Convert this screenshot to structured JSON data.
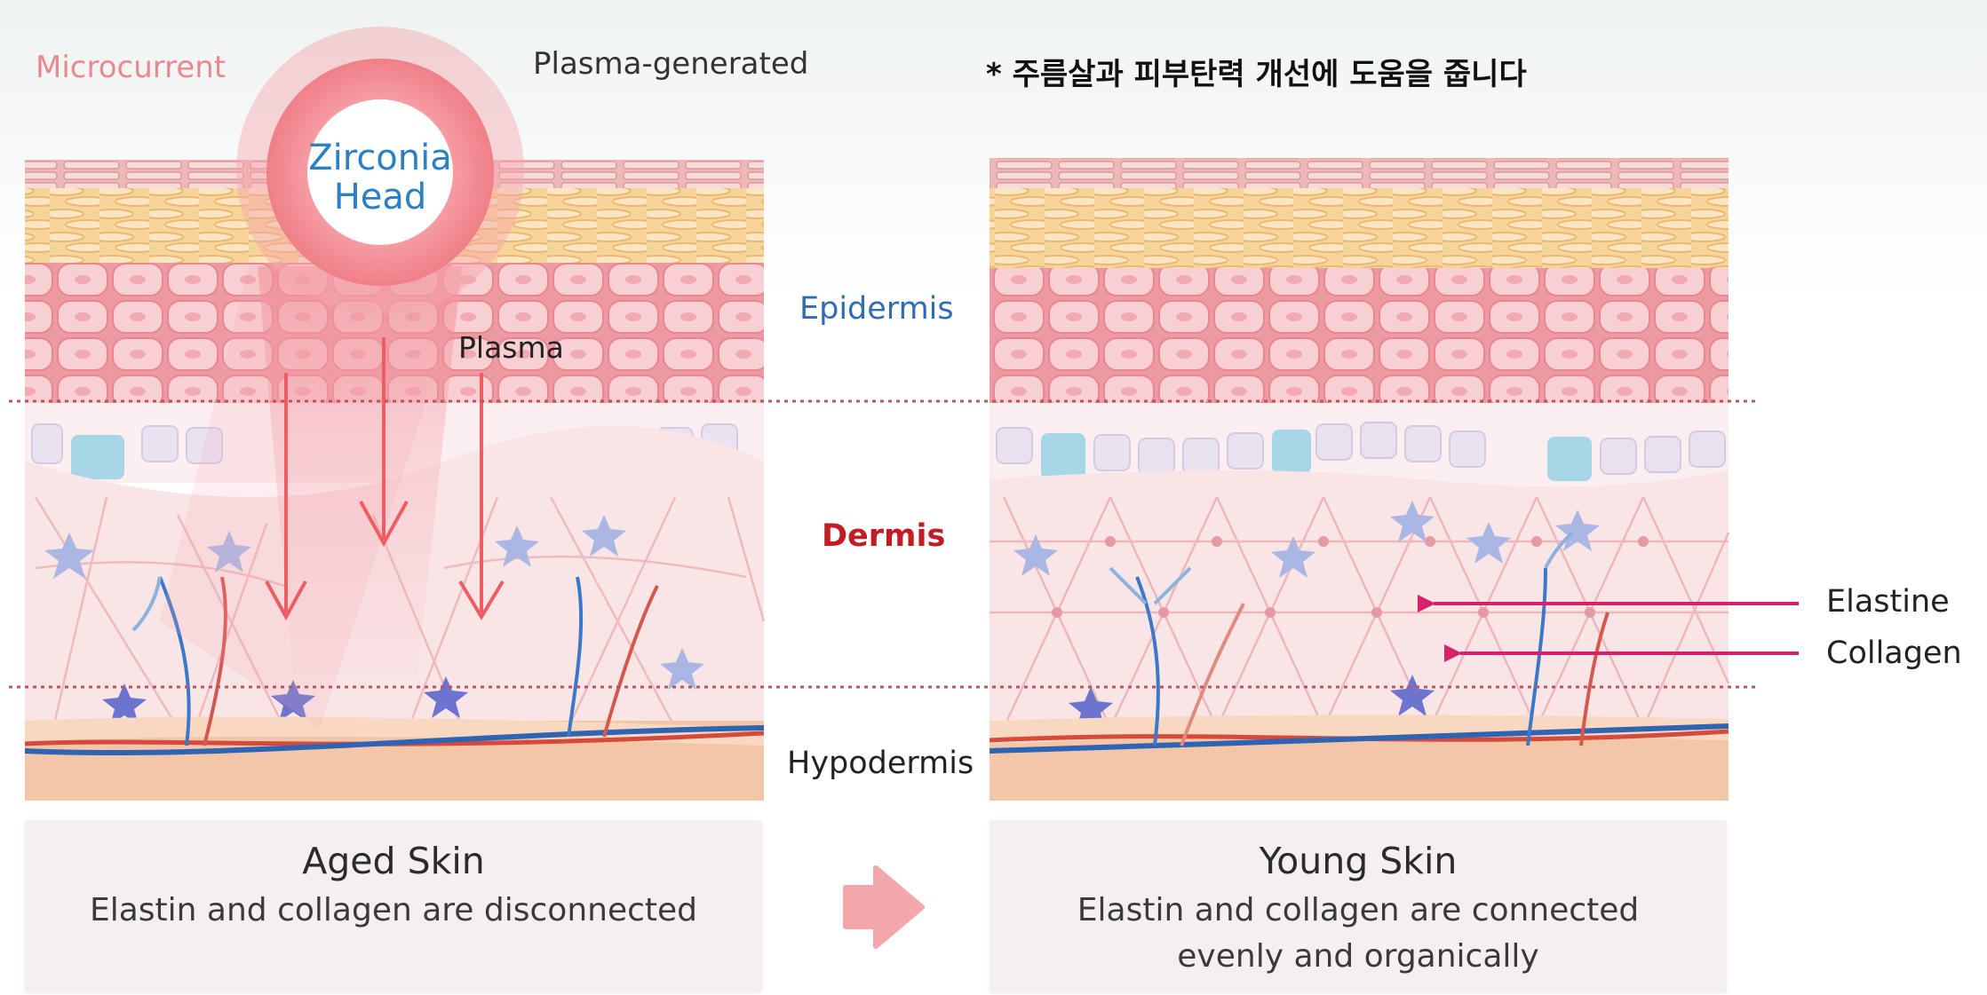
{
  "top": {
    "microcurrent": "Microcurrent",
    "plasma_generated": "Plasma-generated",
    "korean_note": "* 주름살과 피부탄력 개선에 도움을 줍니다"
  },
  "device": {
    "head_line1": "Zirconia",
    "head_line2": "Head",
    "plasma": "Plasma"
  },
  "layers": {
    "epidermis": "Epidermis",
    "dermis": "Dermis",
    "hypodermis": "Hypodermis"
  },
  "fibers": {
    "elastine": "Elastine",
    "collagen": "Collagen"
  },
  "aged": {
    "title": "Aged Skin",
    "desc": "Elastin and collagen are disconnected"
  },
  "young": {
    "title": "Young Skin",
    "desc_line1": "Elastin and collagen are connected",
    "desc_line2": "evenly and organically"
  },
  "colors": {
    "microcurrent": "#e9898e",
    "zirconia": "#2a7fc6",
    "epidermis": "#2f6cb4",
    "dermis": "#c01d24",
    "pointer": "#d6226b",
    "keratin": "#f7dcaa",
    "epidermis_cell": "#f3b9bd",
    "dermis_bg": "#f9e6e8",
    "hypodermis": "#f2c3a8"
  }
}
